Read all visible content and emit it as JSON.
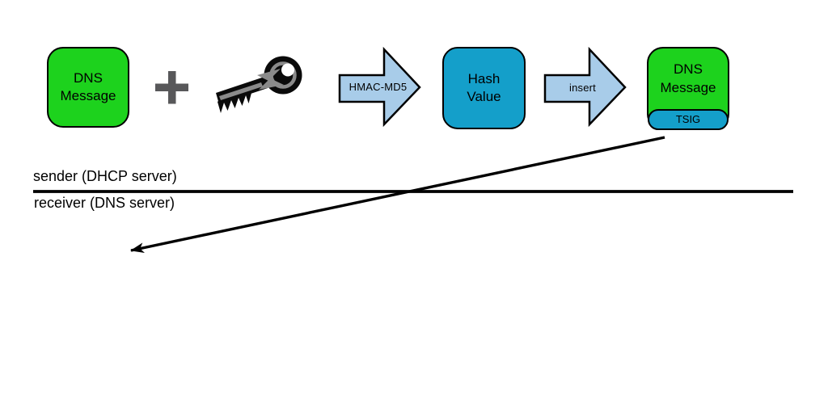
{
  "colors": {
    "box_green": "#1dd21d",
    "box_teal": "#149fca",
    "arrow_blue": "#a8cce9",
    "outline": "#000000",
    "plus_gray": "#58585a",
    "key_black": "#0a0a0a",
    "key_gray": "#8a8a8a"
  },
  "flow": {
    "dns_message_source": "DNS\nMessage",
    "plus_icon": "plus-icon",
    "key_icon": "key-icon",
    "hmac_arrow_label": "HMAC-MD5",
    "hash_value": "Hash\nValue",
    "insert_arrow_label": "insert",
    "dns_message_signed": "DNS\nMessage",
    "tsig_badge": "TSIG"
  },
  "timeline": {
    "sender_label": "sender (DHCP server)",
    "receiver_label": "receiver (DNS server)"
  }
}
